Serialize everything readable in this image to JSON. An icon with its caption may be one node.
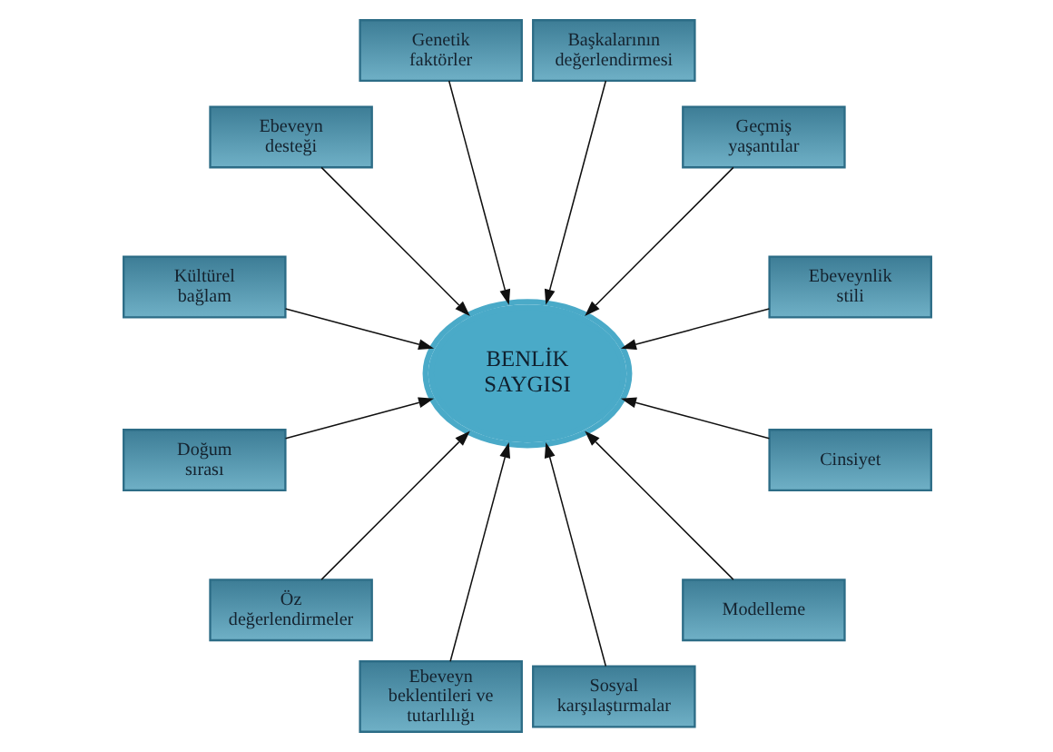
{
  "diagram": {
    "nodes": [
      {
        "text": [
          "Genetik faktörler"
        ]
      },
      {
        "text": [
          "Başkalarının değerlendirmesi"
        ]
      },
      {
        "text": [
          "Geçmiş yaşantılar"
        ]
      },
      {
        "text": [
          "Ebeveyn desteği"
        ]
      },
      {
        "text": [
          "Ebeveynlik stili"
        ]
      },
      {
        "text": [
          "BENLİK SAYGISI"
        ]
      },
      {
        "text": [
          "Kültürel bağlam"
        ]
      },
      {
        "text": [
          "Cinsiyet"
        ]
      },
      {
        "text": [
          "Doğum sırası"
        ]
      },
      {
        "text": [
          "Modelleme"
        ]
      },
      {
        "text": [
          "Öz değerlendirmeler"
        ]
      },
      {
        "text": [
          "Ebeveyn beklentileri ve tutarlılığı"
        ]
      },
      {
        "text": [
          "Sosyal karşılaştırmalar"
        ]
      }
    ],
    "edges": [
      {
        "from": 4,
        "to": 5,
        "arrow": "to"
      },
      {
        "from": 2,
        "to": 5,
        "arrow": "to"
      },
      {
        "from": 1,
        "to": 5,
        "arrow": "to"
      },
      {
        "from": 0,
        "to": 5,
        "arrow": "to"
      },
      {
        "from": 3,
        "to": 5,
        "arrow": "to"
      },
      {
        "from": 6,
        "to": 5,
        "arrow": "to"
      },
      {
        "from": 8,
        "to": 5,
        "arrow": "to"
      },
      {
        "from": 10,
        "to": 5,
        "arrow": "to"
      },
      {
        "from": 11,
        "to": 5,
        "arrow": "to"
      },
      {
        "from": 12,
        "to": 5,
        "arrow": "to"
      },
      {
        "from": 9,
        "to": 5,
        "arrow": "to"
      },
      {
        "from": 7,
        "to": 5,
        "arrow": "to"
      }
    ]
  }
}
